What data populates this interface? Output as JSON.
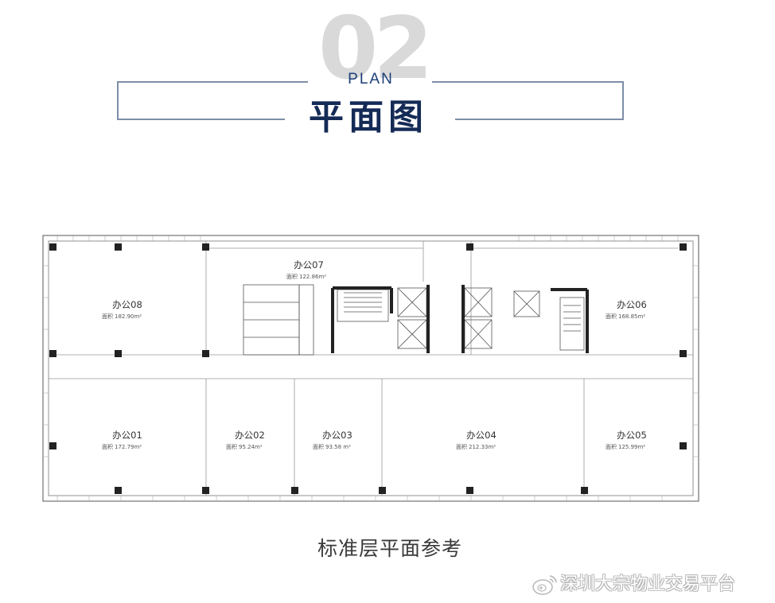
{
  "header": {
    "number": "02",
    "plan_word": "PLAN",
    "title": "平面图"
  },
  "rooms": [
    {
      "name": "办公08",
      "area_prefix": "面积",
      "area": "182.90m²"
    },
    {
      "name": "办公07",
      "area_prefix": "面积",
      "area": "122.86m²"
    },
    {
      "name": "办公06",
      "area_prefix": "面积",
      "area": "168.85m²"
    },
    {
      "name": "办公01",
      "area_prefix": "面积",
      "area": "172.79m²"
    },
    {
      "name": "办公02",
      "area_prefix": "面积",
      "area": "95.24m²"
    },
    {
      "name": "办公03",
      "area_prefix": "面积",
      "area": "93.58 m²"
    },
    {
      "name": "办公04",
      "area_prefix": "面积",
      "area": "212.33m²"
    },
    {
      "name": "办公05",
      "area_prefix": "面积",
      "area": "125.99m²"
    }
  ],
  "caption": "标准层平面参考",
  "watermark": {
    "text": "深圳大宗物业交易平台",
    "icon": "weibo-icon"
  },
  "colors": {
    "navy": "#142b56",
    "accent_blue": "#1b3f78",
    "frame_line": "#7d8ea8",
    "number_gray": "#d9d9d9",
    "wall": "#222222"
  }
}
